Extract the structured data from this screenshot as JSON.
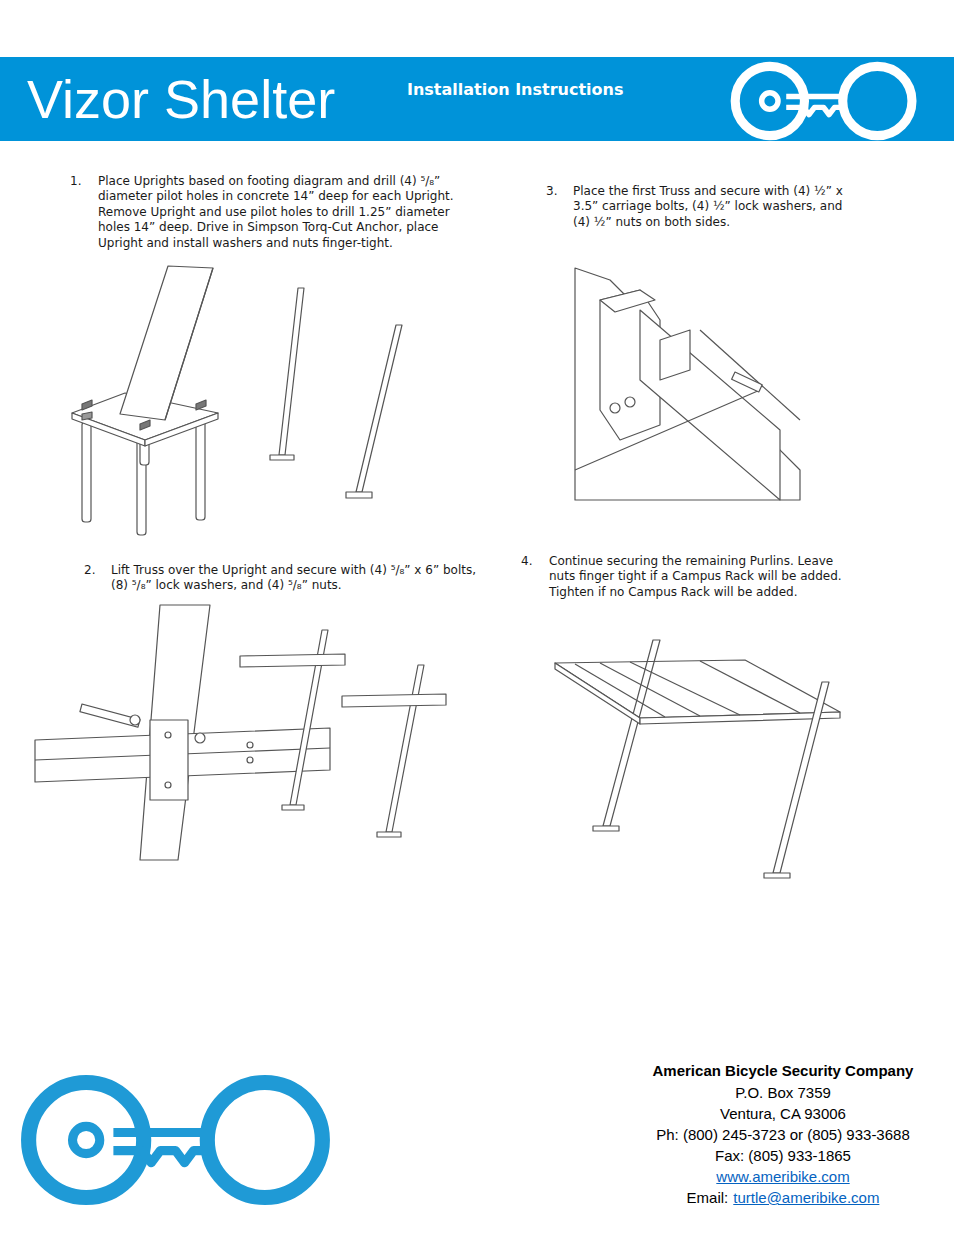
{
  "diagram": {
    "title": "Vizor Shelter",
    "labels": [
      "Installation Instructions",
      "1.",
      "Place Uprights based on footing diagram and drill (4) ⁵/₈” diameter pilot holes in concrete 14” deep for each Upright. Remove Upright and use pilot holes to drill 1.25” diameter holes 14” deep. Drive in Simpson Torq-Cut Anchor, place Upright and install washers and nuts finger-tight.",
      "3.",
      "Place the first Truss and secure with (4) ½” x 3.5” carriage bolts, (4) ½” lock washers, and (4) ½” nuts on both sides.",
      "2.",
      "Lift Truss over the Upright and secure with (4) ⁵/₈” x 6” bolts, (8) ⁵/₈” lock washers, and (4) ⁵/₈” nuts.",
      "4.",
      "Continue securing the remaining Purlins. Leave nuts finger tight if a Campus Rack will be added. Tighten if no Campus Rack will be added.",
      "American Bicycle Security Company",
      "P.O. Box 7359",
      "Ventura, CA 93006",
      "Ph: (800) 245-3723 or (805) 933-3688",
      "Fax: (805) 933-1865",
      "www.ameribike.com",
      "Email:",
      "turtle@ameribike.com"
    ]
  }
}
